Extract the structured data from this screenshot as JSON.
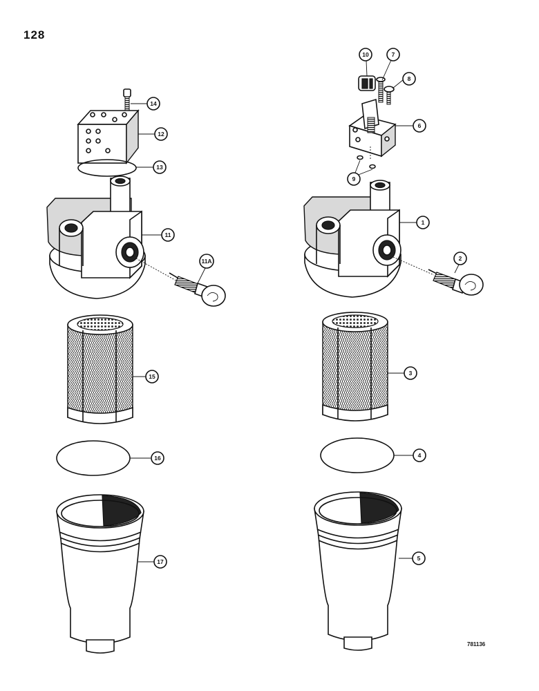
{
  "page": {
    "number": "128",
    "figure_code": "781136"
  },
  "callouts": {
    "left": [
      "14",
      "12",
      "13",
      "11",
      "11A",
      "15",
      "16",
      "17"
    ],
    "right": [
      "10",
      "7",
      "8",
      "6",
      "9",
      "1",
      "2",
      "3",
      "4",
      "5"
    ]
  }
}
